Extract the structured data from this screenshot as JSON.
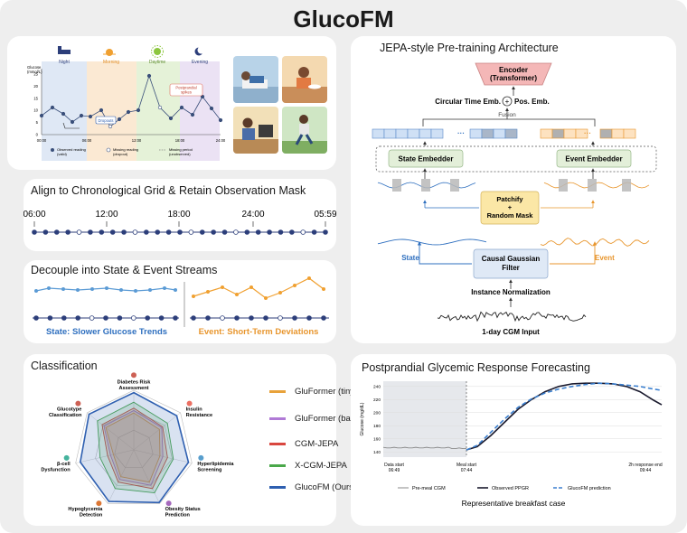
{
  "title": "GlucoFM",
  "panel1": {
    "periods": [
      "Night",
      "Morning",
      "Daytime",
      "Evening"
    ],
    "y_axis_label_line1": "Glucose",
    "y_axis_label_line2": "(mmol/L)",
    "y_ticks": [
      "25",
      "20",
      "15",
      "10",
      "5",
      "0"
    ],
    "x_ticks": [
      "00:00",
      "06:00",
      "12:00",
      "18:00",
      "24:00"
    ],
    "callout_postprandial_line1": "Postprandial",
    "callout_postprandial_line2": "spikes",
    "callout_dropouts": "Dropouts",
    "legend": {
      "observed_line1": "Observed reading",
      "observed_line2": "(valid)",
      "missing_line1": "Missing reading",
      "missing_line2": "(dropout)",
      "period_line1": "Missing period",
      "period_line2": "(unobserved)"
    },
    "photos": [
      "sleeping-person-photo",
      "eating-person-photo",
      "working-person-photo",
      "running-person-photo"
    ]
  },
  "panel2": {
    "title": "Align to Chronological Grid & Retain Observation Mask",
    "times": [
      "06:00",
      "12:00",
      "18:00",
      "24:00",
      "05:59"
    ]
  },
  "panel3": {
    "title": "Decouple into State & Event Streams",
    "state_label": "State: Slower Glucose Trends",
    "event_label": "Event: Short-Term Deviations"
  },
  "panel4": {
    "title": "Classification",
    "axes": [
      {
        "line1": "Diabetes Risk",
        "line2": "Assessment"
      },
      {
        "line1": "Insulin",
        "line2": "Resistance"
      },
      {
        "line1": "Hyperlipidemia",
        "line2": "Screening"
      },
      {
        "line1": "Obesity Status",
        "line2": "Prediction"
      },
      {
        "line1": "Hypoglycemia",
        "line2": "Detection"
      },
      {
        "line1": "β-cell",
        "line2": "Dysfunction"
      },
      {
        "line1": "Glucotype",
        "line2": "Classification"
      }
    ],
    "legend": [
      {
        "label": "GluFormer (tiny)",
        "color": "#e8a23a"
      },
      {
        "label": "GluFormer (base)",
        "color": "#b07ad6"
      },
      {
        "label": "CGM-JEPA",
        "color": "#d9473f"
      },
      {
        "label": "X-CGM-JEPA",
        "color": "#4aa84a"
      },
      {
        "label": "GlucoFM (Ours)",
        "color": "#2e5fb0"
      }
    ]
  },
  "panel5": {
    "title": "JEPA-style Pre-training Architecture",
    "encoder_line1": "Encoder",
    "encoder_line2": "(Transformer)",
    "circular_time": "Circular Time Emb.",
    "pos_emb": "Pos. Emb.",
    "plus": "+",
    "fusion": "Fusion",
    "ellipsis": "···",
    "state_embedder": "State Embedder",
    "event_embedder": "Event Embedder",
    "patchify_line1": "Patchify",
    "patchify_line2": "+",
    "patchify_line3": "Random Mask",
    "state": "State",
    "event": "Event",
    "cgf_line1": "Causal Gaussian",
    "cgf_line2": "Filter",
    "instance_norm": "Instance Normalization",
    "input": "1-day CGM Input",
    "colors": {
      "state": "#2e6fbf",
      "event": "#e8962e",
      "encoder": "#f4b7b7",
      "patchify": "#fbe7a6",
      "embedder": "#e3efd9"
    }
  },
  "panel6": {
    "title": "Postprandial  Glycemic Response Forecasting",
    "ylabel": "Glucose (mg/dL)",
    "y_ticks": [
      "240",
      "220",
      "200",
      "180",
      "160",
      "140"
    ],
    "x_ticks": [
      {
        "line1": "Data start",
        "line2": "06:49"
      },
      {
        "line1": "Meal start",
        "line2": "07:44"
      },
      {
        "line1": "2h response end",
        "line2": "09:44"
      }
    ],
    "legend": [
      "Pre-meal CGM",
      "Observed PPGR",
      "GlucoFM prediction"
    ],
    "caption": "Representative breakfast case"
  }
}
